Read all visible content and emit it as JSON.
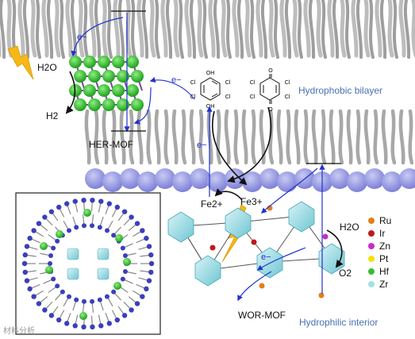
{
  "labels": {
    "region_top": "Hydrophobic bilayer",
    "region_bottom": "Hydrophilic interior",
    "her_mof": "HER-MOF",
    "wor_mof": "WOR-MOF",
    "water_left": "H2O",
    "h2": "H2",
    "water_right": "H2O",
    "o2": "O2",
    "fe2": "Fe2+",
    "fe3": "Fe3+",
    "electron": "e−",
    "watermark": "材料分析"
  },
  "legend": [
    {
      "label": "Ru",
      "color": "#e07f1c"
    },
    {
      "label": "Ir",
      "color": "#c0171b"
    },
    {
      "label": "Zn",
      "color": "#c72bc9"
    },
    {
      "label": "Pt",
      "color": "#f2e200"
    },
    {
      "label": "Hf",
      "color": "#33c033"
    },
    {
      "label": "Zr",
      "color": "#a6dfe8"
    }
  ],
  "molecules": {
    "hydroquinone_substituents": [
      "OH",
      "Cl",
      "Cl",
      "Cl",
      "Cl",
      "OH"
    ],
    "quinone_substituents": [
      "O",
      "Cl",
      "Cl",
      "Cl",
      "Cl",
      "O"
    ]
  }
}
